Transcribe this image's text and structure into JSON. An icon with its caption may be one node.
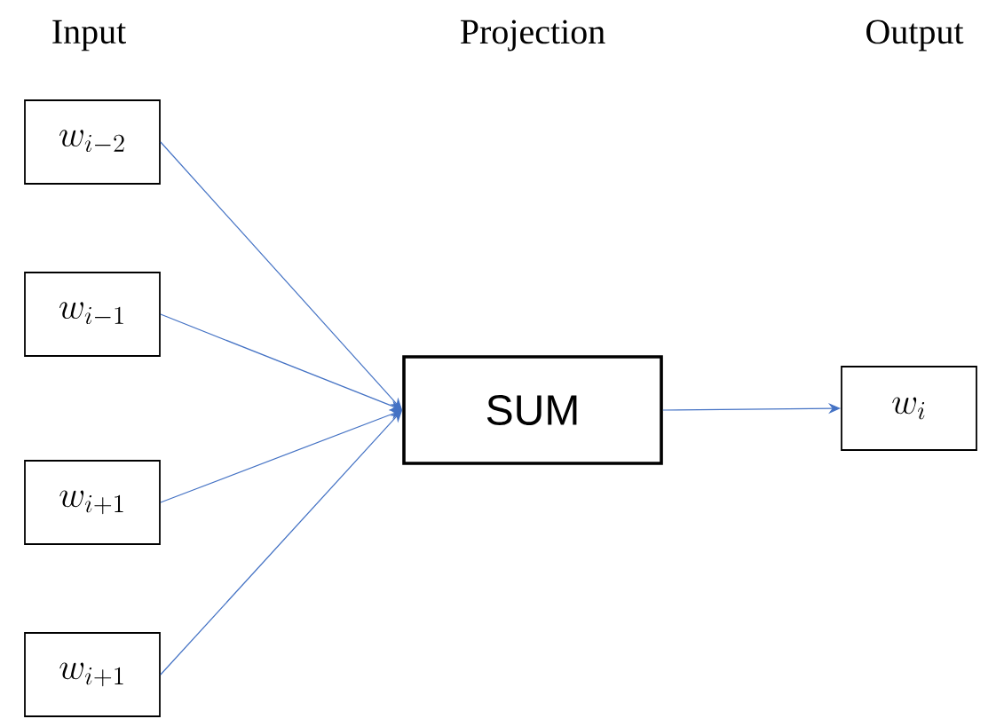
{
  "diagram": {
    "nodes": [
      {
        "text": [
          "w_{i-2}"
        ]
      },
      {
        "text": [
          "w_{i-1}"
        ]
      },
      {
        "text": [
          "w_{i+1}"
        ]
      },
      {
        "text": [
          "w_{i+1}"
        ]
      },
      {
        "text": [
          "SUM"
        ]
      },
      {
        "text": [
          "w_{i}"
        ]
      }
    ],
    "edges": [
      {
        "from": 0,
        "to": 4,
        "arrow": "to"
      },
      {
        "from": 1,
        "to": 4,
        "arrow": "to"
      },
      {
        "from": 2,
        "to": 4,
        "arrow": "to"
      },
      {
        "from": 3,
        "to": 4,
        "arrow": "to"
      },
      {
        "from": 4,
        "to": 5,
        "arrow": "to"
      }
    ],
    "labels": [
      "Input",
      "Projection",
      "Output"
    ]
  }
}
